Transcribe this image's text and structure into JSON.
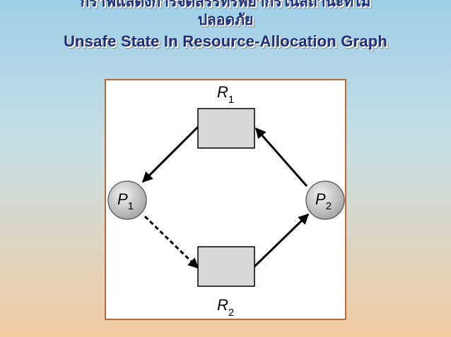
{
  "title": {
    "line1_thai": "กราฟแสดงการจัดสรรทรัพยากรในสถานะที่ไม่",
    "line2_thai": "ปลอดภัย",
    "line3_en": "Unsafe State In Resource-Allocation Graph"
  },
  "graph": {
    "resources": [
      {
        "id": "R1",
        "label": "R",
        "subscript": "1"
      },
      {
        "id": "R2",
        "label": "R",
        "subscript": "2"
      }
    ],
    "processes": [
      {
        "id": "P1",
        "label": "P",
        "subscript": "1"
      },
      {
        "id": "P2",
        "label": "P",
        "subscript": "2"
      }
    ],
    "edges": [
      {
        "from": "R1",
        "to": "P1",
        "type": "assignment"
      },
      {
        "from": "P2",
        "to": "R1",
        "type": "request"
      },
      {
        "from": "P1",
        "to": "R2",
        "type": "claim"
      },
      {
        "from": "R2",
        "to": "P2",
        "type": "assignment"
      }
    ]
  },
  "colors": {
    "title": "#1f2f7a",
    "panel_border": "#b86a3c",
    "resource_fill": "#d8d8d8",
    "process_fill": "#c8c8c8"
  }
}
